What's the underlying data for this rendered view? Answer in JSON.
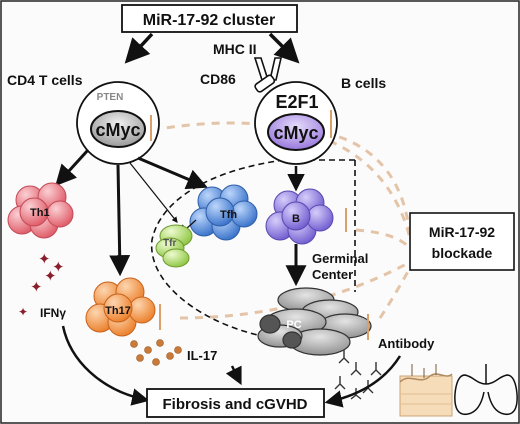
{
  "title": "MiR-17-92 cluster",
  "cells": {
    "cd4_label": "CD4 T cells",
    "b_label": "B cells",
    "pten": "PTEN",
    "cmyc_t": "cMyc",
    "cmyc_b": "cMyc",
    "mhc2": "MHC II",
    "cd86": "CD86",
    "e2f1": "E2F1"
  },
  "subsets": {
    "th1": "Th1",
    "tfh": "Tfh",
    "tfr": "Tfr",
    "b": "B",
    "th17": "Th17",
    "pc": "PC"
  },
  "labels": {
    "ifng": "IFNγ",
    "il17": "IL-17",
    "germinal_line1": "Germinal",
    "germinal_line2": "Center",
    "antibody": "Antibody",
    "blockade_line1": "MiR-17-92",
    "blockade_line2": "blockade",
    "outcome": "Fibrosis and cGVHD"
  },
  "colors": {
    "th1": "#e8707a",
    "tfh": "#4f86d6",
    "tfr": "#a6d65a",
    "b_cell": "#8a78dc",
    "th17": "#f2913f",
    "pc": "#8a8a8a",
    "inhibit": "#d9a06a",
    "cmyc_t": "#b0b0b0",
    "cmyc_b": "#a98fe0"
  }
}
